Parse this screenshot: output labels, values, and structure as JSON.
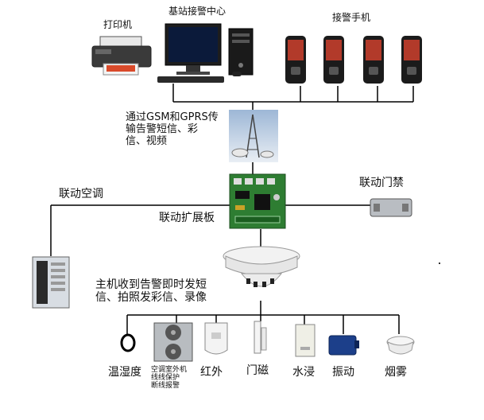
{
  "top": {
    "printer_label": "打印机",
    "center_label": "基站接警中心",
    "phones_label": "接警手机"
  },
  "tower": {
    "label": "通过GSM和GPRS传\n输告警短信、彩\n信、视频"
  },
  "board": {
    "label": "联动扩展板"
  },
  "links": {
    "aircon_label": "联动空调",
    "door_label": "联动门禁"
  },
  "detector": {
    "label": "主机收到告警即时发短\n信、拍照发彩信、录像"
  },
  "sensors": [
    {
      "label": "温湿度",
      "icon": "ring-sensor-icon"
    },
    {
      "label": "空调室外机\n线线保护\n断线报警",
      "icon": "outdoor-unit-icon"
    },
    {
      "label": "红外",
      "icon": "infrared-sensor-icon"
    },
    {
      "label": "门磁",
      "icon": "door-contact-icon"
    },
    {
      "label": "水浸",
      "icon": "water-sensor-icon"
    },
    {
      "label": "振动",
      "icon": "vibration-sensor-icon"
    },
    {
      "label": "烟雾",
      "icon": "smoke-sensor-icon"
    }
  ],
  "colors": {
    "line": "#000000",
    "board_green": "#2e7d32",
    "phone_red": "#c0392b"
  }
}
